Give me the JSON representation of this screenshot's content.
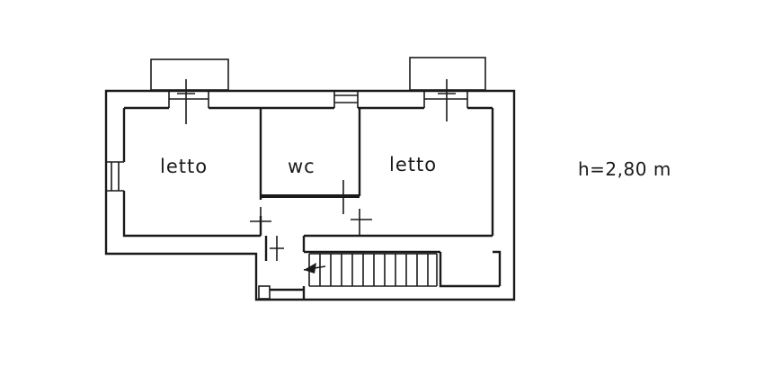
{
  "rooms": {
    "bedroom_left": "letto",
    "bathroom": "wc",
    "bedroom_right": "letto"
  },
  "ceiling_height": "h=2,80 m"
}
